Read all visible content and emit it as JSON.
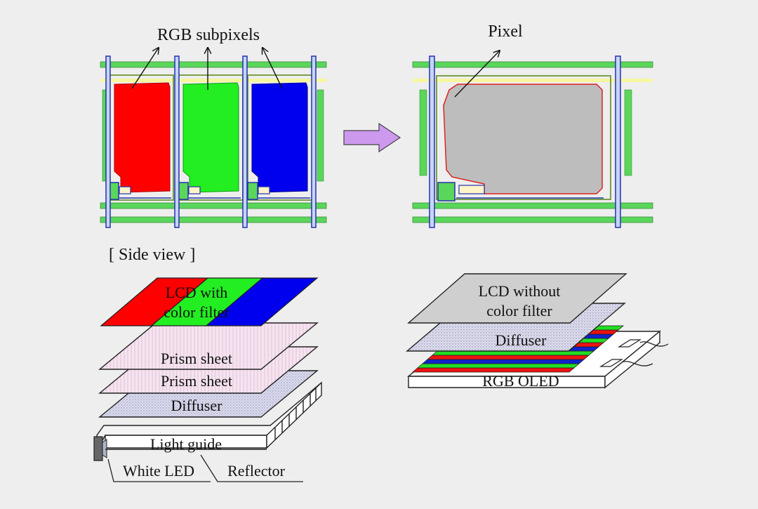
{
  "top_left": {
    "label": "RGB subpixels",
    "colors": {
      "red": "#ff0000",
      "green": "#22ee22",
      "blue": "#0000ee"
    }
  },
  "top_right": {
    "label": "Pixel",
    "fill_color": "#bdbdbd"
  },
  "arrow_color": "#cc99ee",
  "side_view_label": "[ Side view ]",
  "lcd_stack": {
    "top_layer": [
      "LCD with",
      "color filter"
    ],
    "prism_1": "Prism sheet",
    "prism_2": "Prism sheet",
    "diffuser": "Diffuser",
    "light_guide": "Light guide",
    "white_led": "White LED",
    "reflector": "Reflector"
  },
  "oled_stack": {
    "top_layer": [
      "LCD without",
      "color filter"
    ],
    "diffuser": "Diffuser",
    "oled": "RGB OLED"
  },
  "palette": {
    "wire_green": "#5ad65a",
    "wire_blue": "#2233aa",
    "gate_yellow": "#f6f6a0",
    "prism_fill": "#f3e2ee",
    "diffuser_fill": "#d8d8ec"
  }
}
